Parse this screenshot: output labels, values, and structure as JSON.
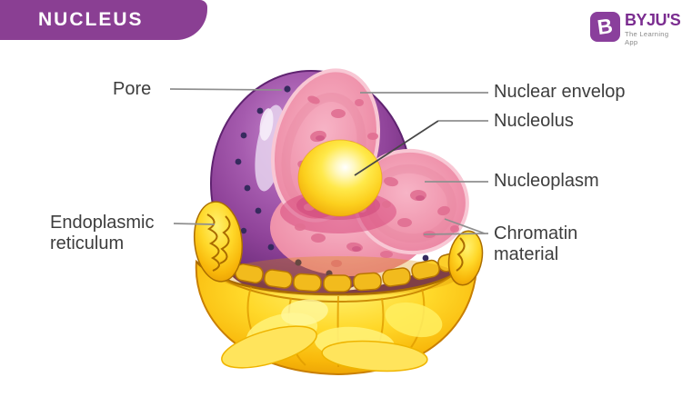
{
  "header": {
    "title": "NUCLEUS",
    "banner_color": "#8a3f93"
  },
  "logo": {
    "tile_letter": "B",
    "brand": "BYJU'S",
    "tagline": "The Learning App",
    "brand_color": "#7b2d90",
    "tile_color": "#8a3f9c"
  },
  "diagram": {
    "labels": {
      "pore": "Pore",
      "nuclear_envelop": "Nuclear envelop",
      "nucleolus": "Nucleolus",
      "nucleoplasm": "Nucleoplasm",
      "chromatin_line1": "Chromatin",
      "chromatin_line2": "material",
      "er_line1": "Endoplasmic",
      "er_line2": "reticulum"
    },
    "colors": {
      "envelope_purple": "#8f4399",
      "envelope_dark": "#5e2370",
      "nucleoplasm_pink": "#f096ae",
      "chromatin_spot_pink": "#e16f92",
      "nucleolus_yellow": "#ffe94a",
      "er_gold": "#ffd829",
      "er_outline": "#ab6e00",
      "pore_dot": "#362a5e",
      "leader_line": "#8f8f8f",
      "label_text": "#3d3d3d"
    }
  }
}
